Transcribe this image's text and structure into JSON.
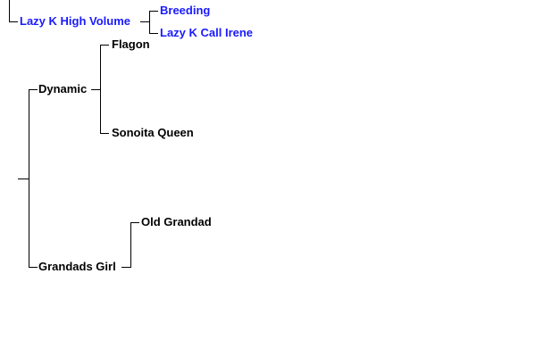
{
  "pedigree": {
    "subject": {
      "name": "Lazy K High Volume",
      "sire": "Breeding",
      "dam": "Lazy K Call Irene"
    },
    "sire": {
      "name": "Dynamic",
      "sire": "Flagon",
      "dam": "Sonoita Queen"
    },
    "dam": {
      "name": "Grandads Girl",
      "sire": "Old Grandad"
    }
  },
  "colors": {
    "link": "#1a1aff",
    "text": "#000000",
    "line": "#000000"
  }
}
